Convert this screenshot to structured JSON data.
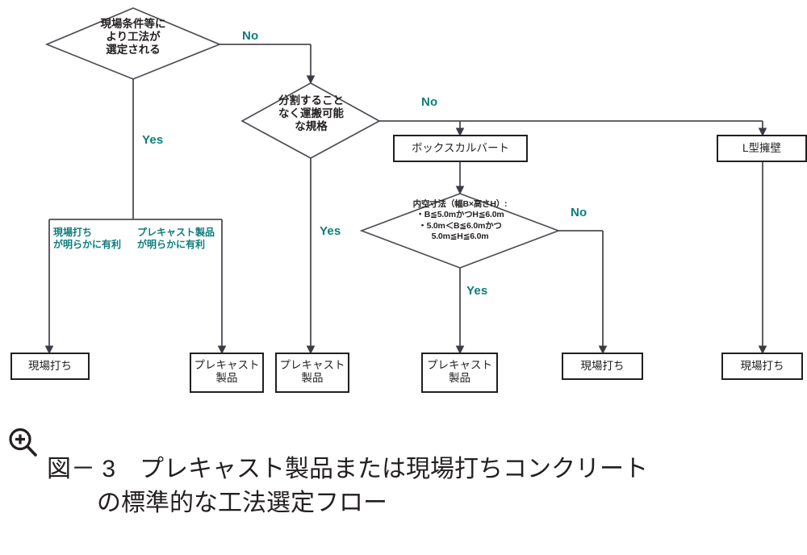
{
  "figure": {
    "caption_line1": "図－ 3　プレキャスト製品または現場打ちコンクリート",
    "caption_line2": "の標準的な工法選定フロー",
    "zoom_icon": "magnifier-plus-icon"
  },
  "colors": {
    "accent_teal": "#0c7d7d",
    "line": "#4d4d55",
    "box_border": "#231f20",
    "text": "#231f20",
    "background": "#ffffff"
  },
  "chart_data": {
    "type": "diagram",
    "title": "プレキャスト製品または現場打ちコンクリートの標準的な工法選定フロー",
    "nodes": [
      {
        "id": "d1",
        "shape": "diamond",
        "label": "現場条件等に\nより工法が\n選定される"
      },
      {
        "id": "d2",
        "shape": "diamond",
        "label": "分割すること\nなく運搬可能\nな規格"
      },
      {
        "id": "p1",
        "shape": "box",
        "label": "ボックスカルバート"
      },
      {
        "id": "p2",
        "shape": "box",
        "label": "L型擁壁"
      },
      {
        "id": "d3",
        "shape": "diamond",
        "label": "内空寸法（幅B×高さH）:\n・B≦5.0mかつH≦6.0m\n・5.0m＜B≦6.0mかつ\n5.0m≦H≦6.0m"
      },
      {
        "id": "t1",
        "shape": "box",
        "label": "現場打ち"
      },
      {
        "id": "t2",
        "shape": "box",
        "label": "プレキャスト\n製品"
      },
      {
        "id": "t3",
        "shape": "box",
        "label": "プレキャスト\n製品"
      },
      {
        "id": "t4",
        "shape": "box",
        "label": "プレキャスト\n製品"
      },
      {
        "id": "t5",
        "shape": "box",
        "label": "現場打ち"
      },
      {
        "id": "t6",
        "shape": "box",
        "label": "現場打ち"
      }
    ],
    "edges": [
      {
        "from": "d1",
        "to": "branch-advantage",
        "label": "Yes"
      },
      {
        "from": "d1",
        "to": "d2",
        "label": "No"
      },
      {
        "from": "d2",
        "to": "t3",
        "label": "Yes"
      },
      {
        "from": "d2",
        "to": "p1",
        "label": "No"
      },
      {
        "from": "d2",
        "to": "p2",
        "label": "No"
      },
      {
        "from": "p1",
        "to": "d3",
        "label": ""
      },
      {
        "from": "d3",
        "to": "t4",
        "label": "Yes"
      },
      {
        "from": "d3",
        "to": "t5",
        "label": "No"
      },
      {
        "from": "p2",
        "to": "t6",
        "label": ""
      },
      {
        "from": "branch-advantage",
        "to": "t1",
        "label": "現場打ちが明らかに有利"
      },
      {
        "from": "branch-advantage",
        "to": "t2",
        "label": "プレキャスト製品が明らかに有利"
      }
    ],
    "edge_labels": {
      "yes_1": "Yes",
      "no_1": "No",
      "no_2": "No",
      "yes_2": "Yes",
      "no_3": "No",
      "yes_3": "Yes"
    },
    "notes": [
      "現場打ち\nが明らかに有利",
      "プレキャスト製品\nが明らかに有利"
    ]
  }
}
